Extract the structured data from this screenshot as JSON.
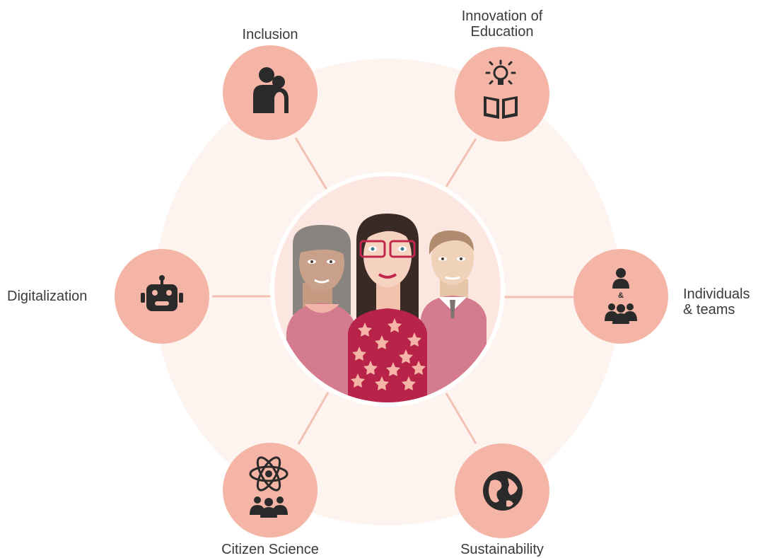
{
  "colors": {
    "outer_ring": "#fdf3ef",
    "node_fill": "#f4b5a6",
    "connector": "#f3c1b3",
    "icon": "#2a2a2a",
    "center_bg": "#fbe6e0",
    "label_text": "#3a3a3a"
  },
  "center": {
    "illustration": "three-people-illustration"
  },
  "nodes": [
    {
      "id": "inclusion",
      "lines": [
        "Inclusion"
      ],
      "icon": "hugging-people-icon"
    },
    {
      "id": "innovation-education",
      "lines": [
        "Innovation of",
        "Education"
      ],
      "icon": "lightbulb-book-icon"
    },
    {
      "id": "individuals-teams",
      "lines": [
        "Individuals",
        "& teams"
      ],
      "icon": "person-and-team-icon"
    },
    {
      "id": "sustainability",
      "lines": [
        "Sustainability"
      ],
      "icon": "globe-icon"
    },
    {
      "id": "citizen-science",
      "lines": [
        "Citizen Science"
      ],
      "icon": "atom-group-icon"
    },
    {
      "id": "digitalization",
      "lines": [
        "Digitalization"
      ],
      "icon": "robot-icon"
    }
  ]
}
